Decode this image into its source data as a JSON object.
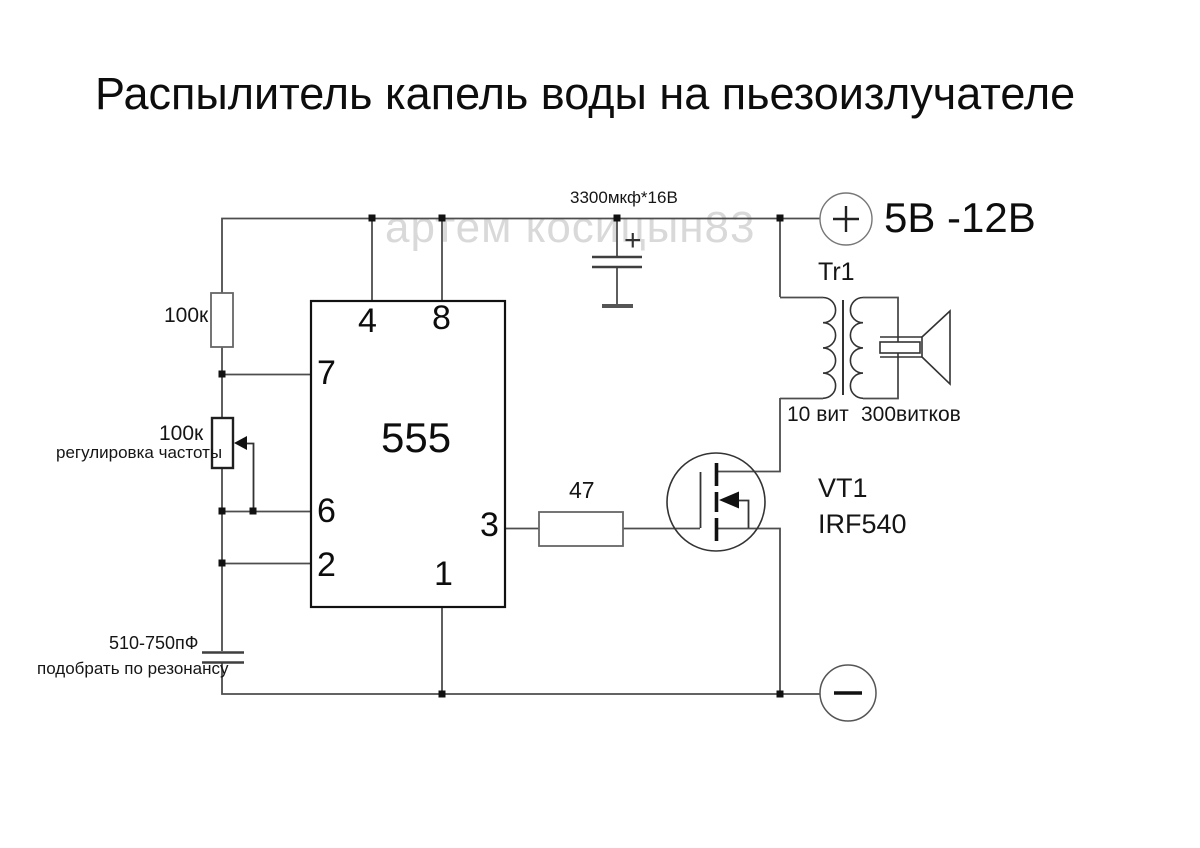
{
  "title": "Распылитель капель воды на пьезоизлучателе",
  "watermark": "артем косицын83",
  "power_supply": {
    "voltage_label": "5В -12В",
    "plus_symbol": "+",
    "minus_symbol": "−"
  },
  "filter_capacitor": {
    "value": "3300мкф*16В",
    "polarity_mark": "+"
  },
  "timer_ic": {
    "label": "555",
    "pins": {
      "pin1": "1",
      "pin2": "2",
      "pin3": "3",
      "pin4": "4",
      "pin6": "6",
      "pin7": "7",
      "pin8": "8"
    }
  },
  "resistor_r1": {
    "value": "100к"
  },
  "potentiometer": {
    "value": "100к",
    "note": "регулировка частоты"
  },
  "timing_capacitor": {
    "value": "510-750пФ",
    "note": "подобрать по резонансу"
  },
  "gate_resistor": {
    "value": "47"
  },
  "mosfet": {
    "designator": "VT1",
    "part_number": "IRF540"
  },
  "transformer": {
    "designator": "Tr1",
    "primary_label": "10 вит",
    "secondary_label": "300витков"
  }
}
